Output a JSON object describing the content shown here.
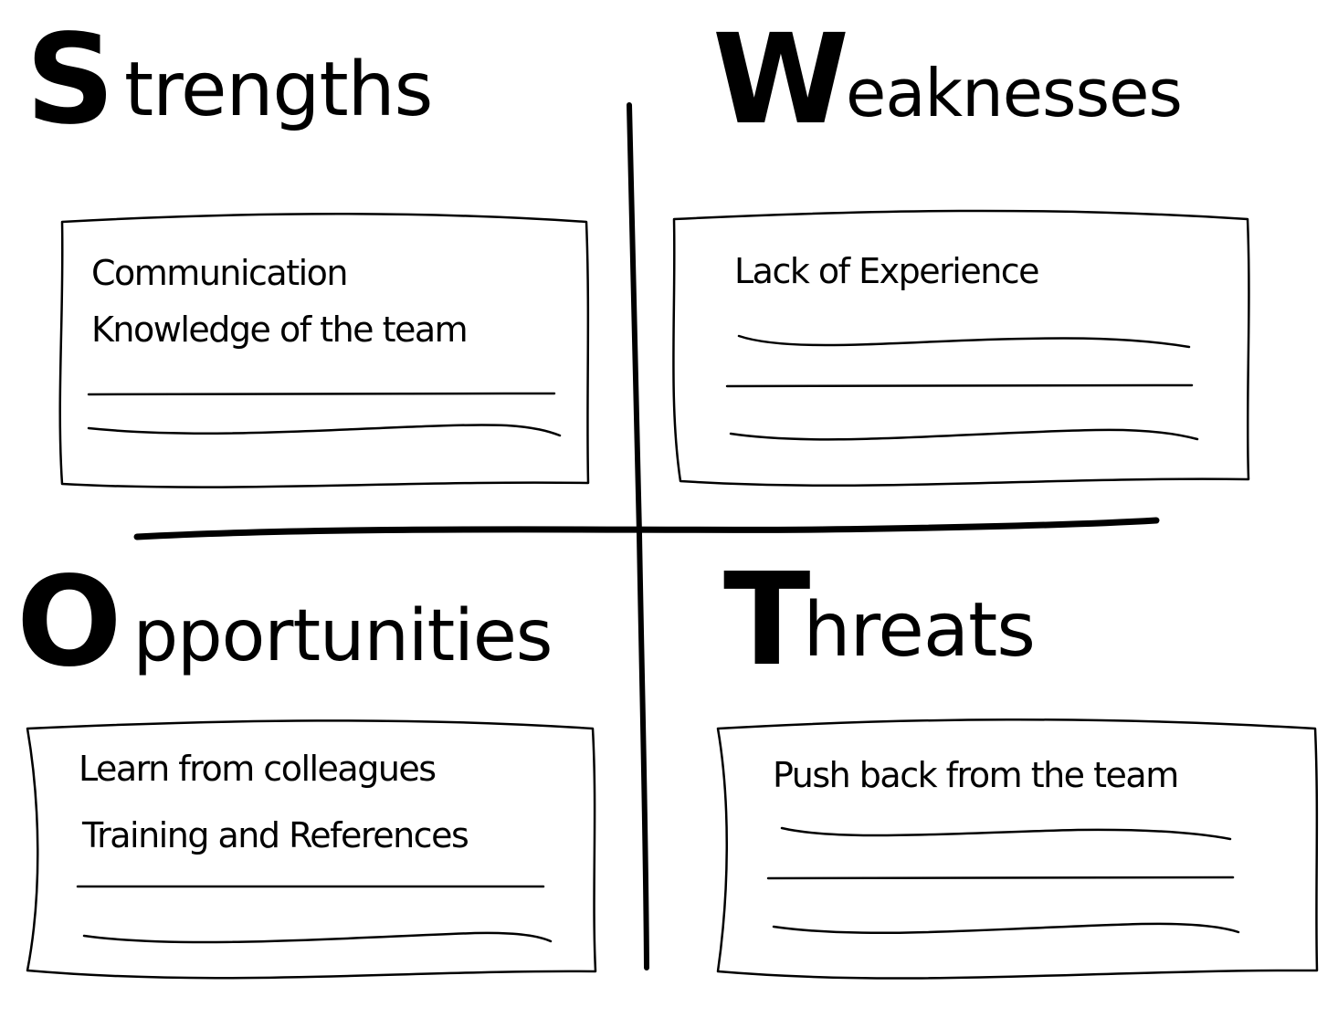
{
  "diagram": {
    "type": "SWOT analysis",
    "colors": {
      "ink": "#000000",
      "paper": "#ffffff"
    },
    "quadrants": {
      "strengths": {
        "initial": "S",
        "rest": "trengths",
        "items": [
          "Communication",
          "Knowledge of the team"
        ],
        "blank_lines": 2
      },
      "weaknesses": {
        "initial": "W",
        "rest": "eaknesses",
        "items": [
          "Lack of Experience"
        ],
        "blank_lines": 3
      },
      "opportunities": {
        "initial": "O",
        "rest": "pportunities",
        "items": [
          "Learn from colleagues",
          "Training and References"
        ],
        "blank_lines": 2
      },
      "threats": {
        "initial": "T",
        "rest": "hreats",
        "items": [
          "Push back from the team"
        ],
        "blank_lines": 3
      }
    }
  }
}
